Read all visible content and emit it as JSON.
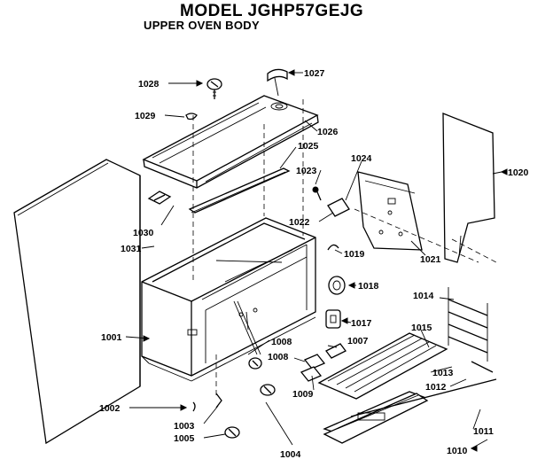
{
  "header": {
    "model": "MODEL JGHP57GEJG",
    "section": "UPPER OVEN BODY"
  },
  "parts": [
    {
      "id": "p1027",
      "num": "1027"
    },
    {
      "id": "p1028",
      "num": "1028"
    },
    {
      "id": "p1029",
      "num": "1029"
    },
    {
      "id": "p1026",
      "num": "1026"
    },
    {
      "id": "p1025",
      "num": "1025"
    },
    {
      "id": "p1024",
      "num": "1024"
    },
    {
      "id": "p1023",
      "num": "1023"
    },
    {
      "id": "p1020",
      "num": "1020"
    },
    {
      "id": "p1030",
      "num": "1030"
    },
    {
      "id": "p1022",
      "num": "1022"
    },
    {
      "id": "p1031",
      "num": "1031"
    },
    {
      "id": "p1019",
      "num": "1019"
    },
    {
      "id": "p1021",
      "num": "1021"
    },
    {
      "id": "p1018",
      "num": "1018"
    },
    {
      "id": "p1014",
      "num": "1014"
    },
    {
      "id": "p1017",
      "num": "1017"
    },
    {
      "id": "p1015",
      "num": "1015"
    },
    {
      "id": "p1001",
      "num": "1001"
    },
    {
      "id": "p1008a",
      "num": "1008"
    },
    {
      "id": "p1007",
      "num": "1007"
    },
    {
      "id": "p1008b",
      "num": "1008"
    },
    {
      "id": "p1013",
      "num": "1013"
    },
    {
      "id": "p1012",
      "num": "1012"
    },
    {
      "id": "p1009",
      "num": "1009"
    },
    {
      "id": "p1002",
      "num": "1002"
    },
    {
      "id": "p1003",
      "num": "1003"
    },
    {
      "id": "p1005",
      "num": "1005"
    },
    {
      "id": "p1011",
      "num": "1011"
    },
    {
      "id": "p1004",
      "num": "1004"
    },
    {
      "id": "p1010",
      "num": "1010"
    }
  ]
}
